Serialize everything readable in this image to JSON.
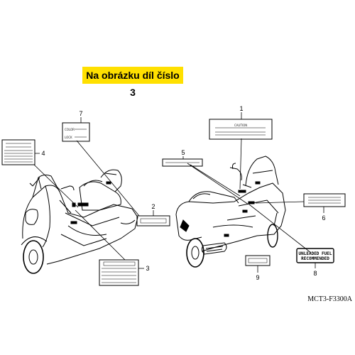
{
  "banner": {
    "text": "Na obrázku díl číslo 3"
  },
  "callouts": [
    "1",
    "2",
    "3",
    "4",
    "5",
    "6",
    "7",
    "8",
    "9"
  ],
  "labels": {
    "caution_text": "CAUTION",
    "color_text": "COLOR",
    "lock_text": "LOCK",
    "fuel_line1": "UNLEADED FUEL",
    "fuel_line2": "RECOMMENDED"
  },
  "reference_code": "MCT3-F3300A"
}
